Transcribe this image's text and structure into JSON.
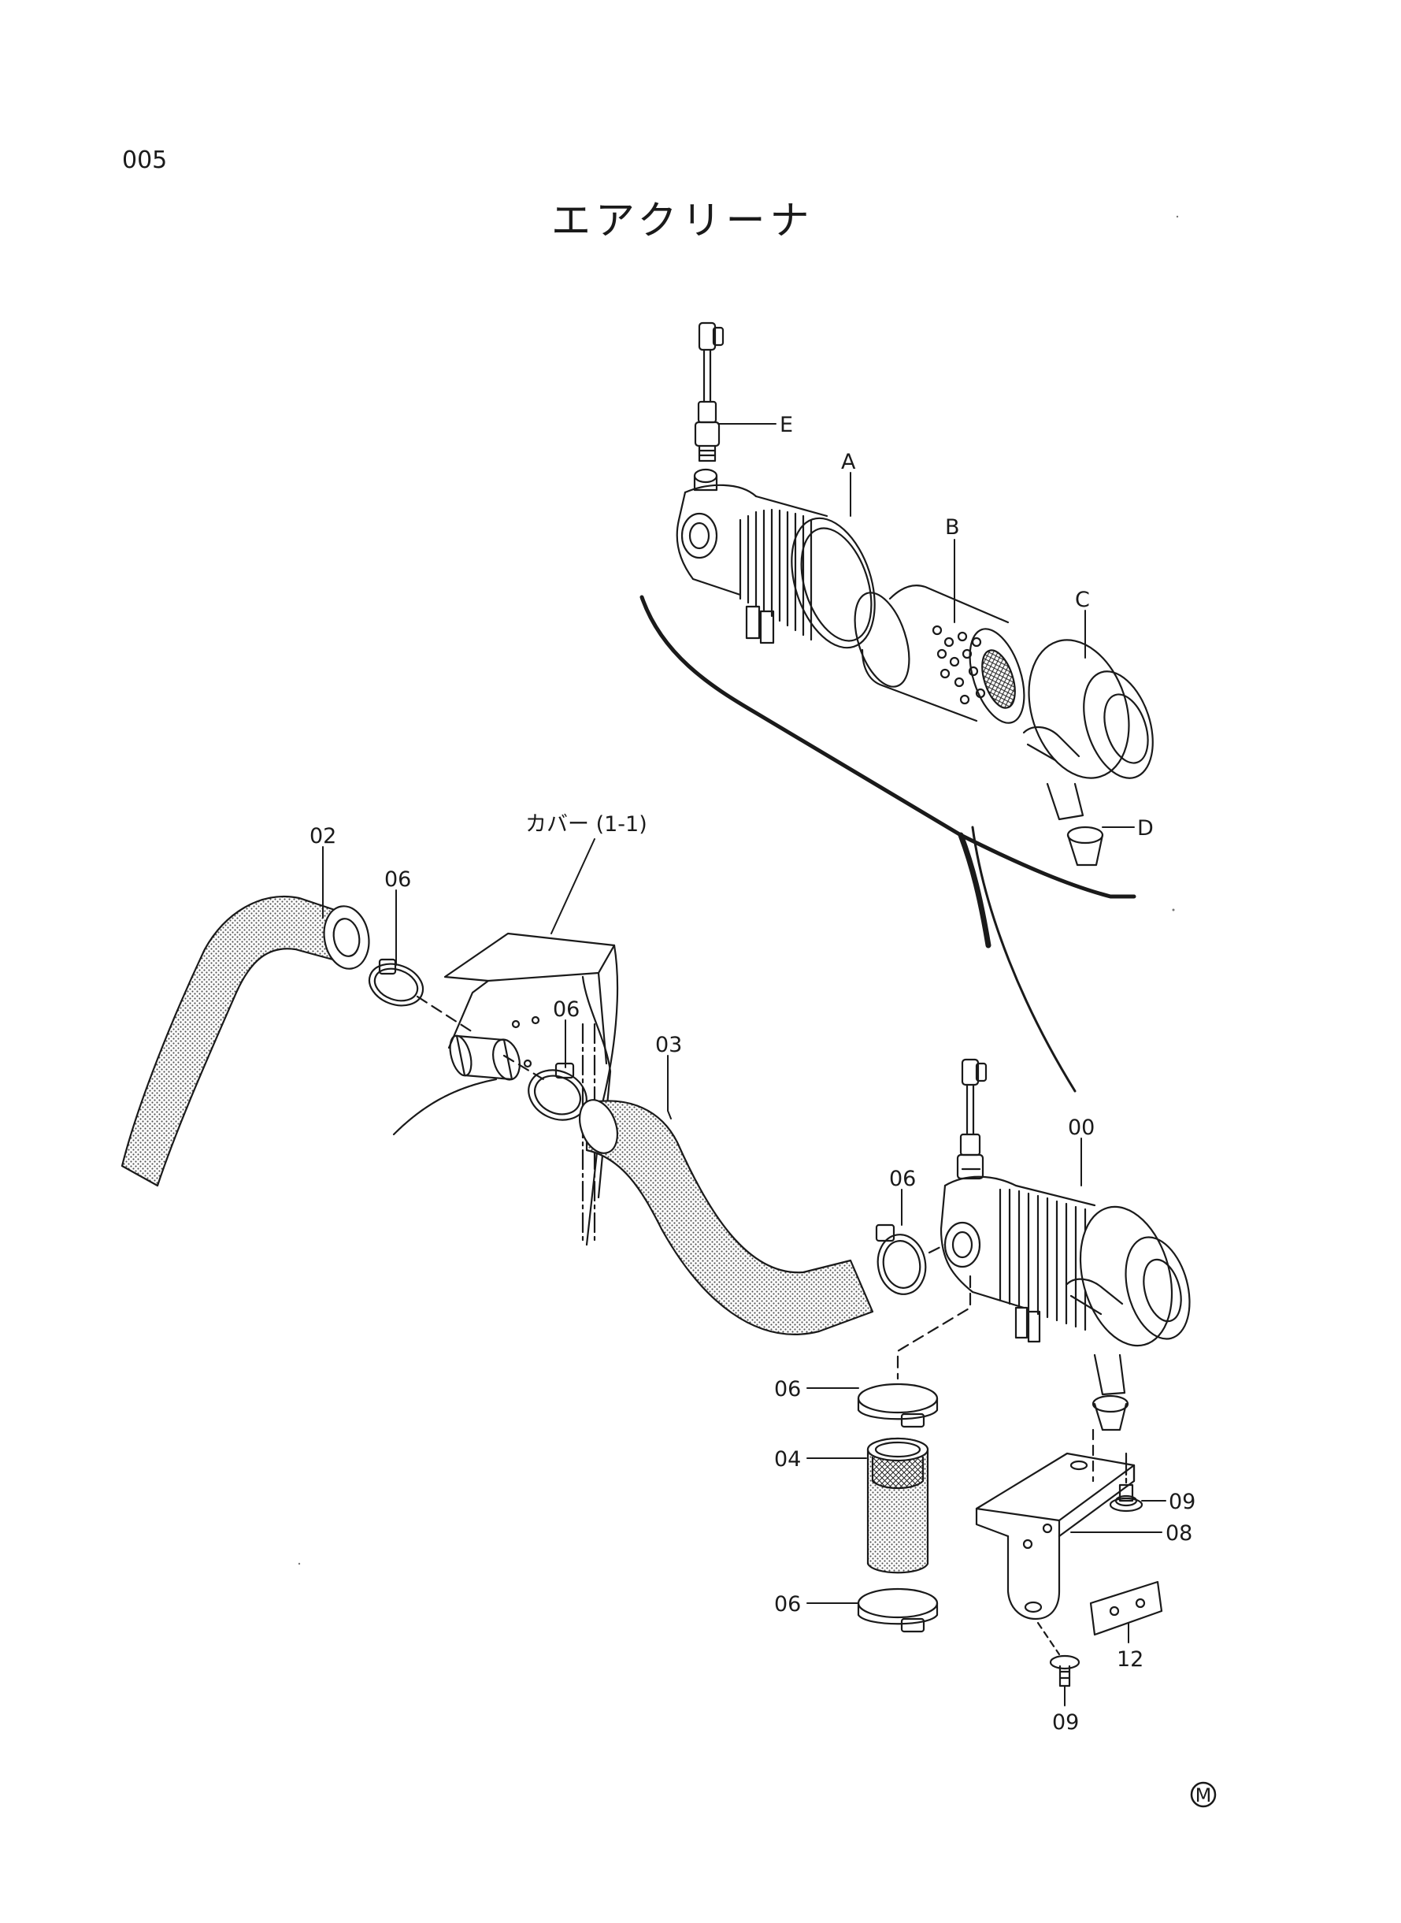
{
  "page_number": "005",
  "title": "エアクリーナ",
  "colors": {
    "ink": "#1a1a1a",
    "paper": "#ffffff"
  },
  "callouts": {
    "E": "E",
    "A": "A",
    "B": "B",
    "C": "C",
    "D": "D",
    "cover": "カバー (1-1)",
    "p02": "02",
    "p06a": "06",
    "p06b": "06",
    "p03": "03",
    "p00": "00",
    "p06c": "06",
    "p06d": "06",
    "p04": "04",
    "p06e": "06",
    "p09a": "09",
    "p08": "08",
    "p12": "12",
    "p09b": "09"
  },
  "mark": "M"
}
